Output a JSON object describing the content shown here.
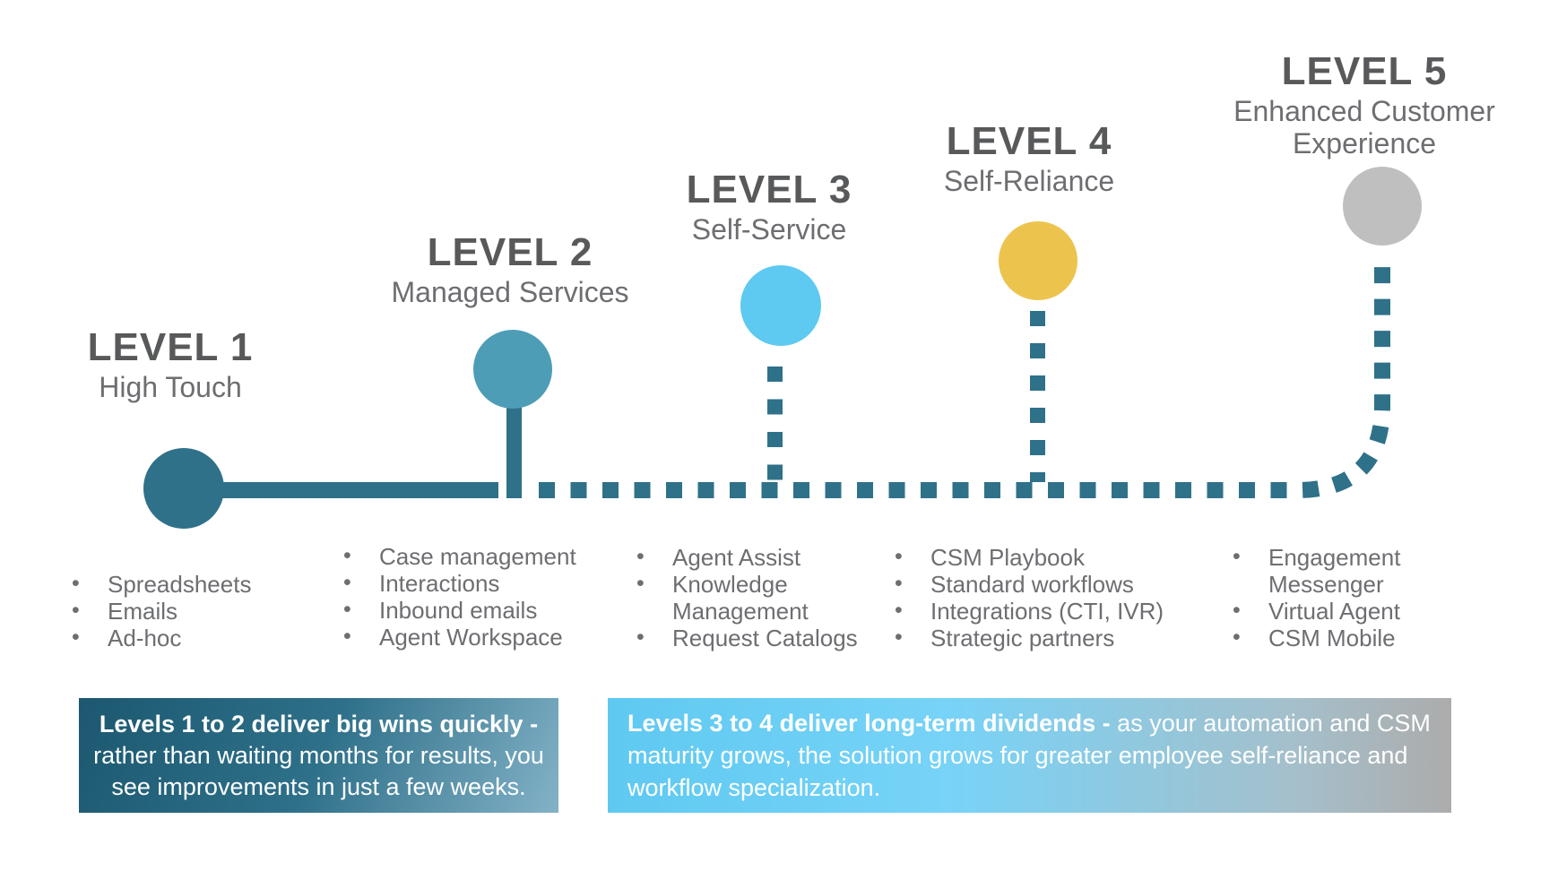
{
  "diagram": {
    "connector_color": "#2F7189",
    "levels": [
      {
        "title": "LEVEL 1",
        "subtitle": "High Touch",
        "circle_color": "#2F7189",
        "items": [
          "Spreadsheets",
          "Emails",
          "Ad-hoc"
        ]
      },
      {
        "title": "LEVEL 2",
        "subtitle": "Managed Services",
        "circle_color": "#4E9DB7",
        "items": [
          "Case management",
          "Interactions",
          "Inbound emails",
          "Agent Workspace"
        ]
      },
      {
        "title": "LEVEL 3",
        "subtitle": "Self-Service",
        "circle_color": "#5EC9F1",
        "items": [
          "Agent Assist",
          "Knowledge\nManagement",
          "Request Catalogs"
        ]
      },
      {
        "title": "LEVEL 4",
        "subtitle": "Self-Reliance",
        "circle_color": "#ECC44D",
        "items": [
          "CSM Playbook",
          "Standard workflows",
          "Integrations (CTI, IVR)",
          "Strategic partners"
        ]
      },
      {
        "title": "LEVEL 5",
        "subtitle": "Enhanced Customer\nExperience",
        "circle_color": "#BFBFBF",
        "items": [
          "Engagement\nMessenger",
          "Virtual Agent",
          "CSM Mobile"
        ]
      }
    ],
    "callouts": [
      {
        "lead": "Levels 1 to 2 deliver big wins quickly -",
        "body": "rather than waiting months for results, you\nsee improvements in just a few weeks.",
        "gradient_start": "#1C5870",
        "gradient_end": "#83B2C7"
      },
      {
        "lead": "Levels 3 to 4 deliver long-term dividends -",
        "body": "as your automation and CSM maturity grows, the solution grows for greater employee self-reliance and workflow specialization.",
        "gradient_start": "#5FC9F1",
        "gradient_end": "#ACACAC"
      }
    ]
  }
}
